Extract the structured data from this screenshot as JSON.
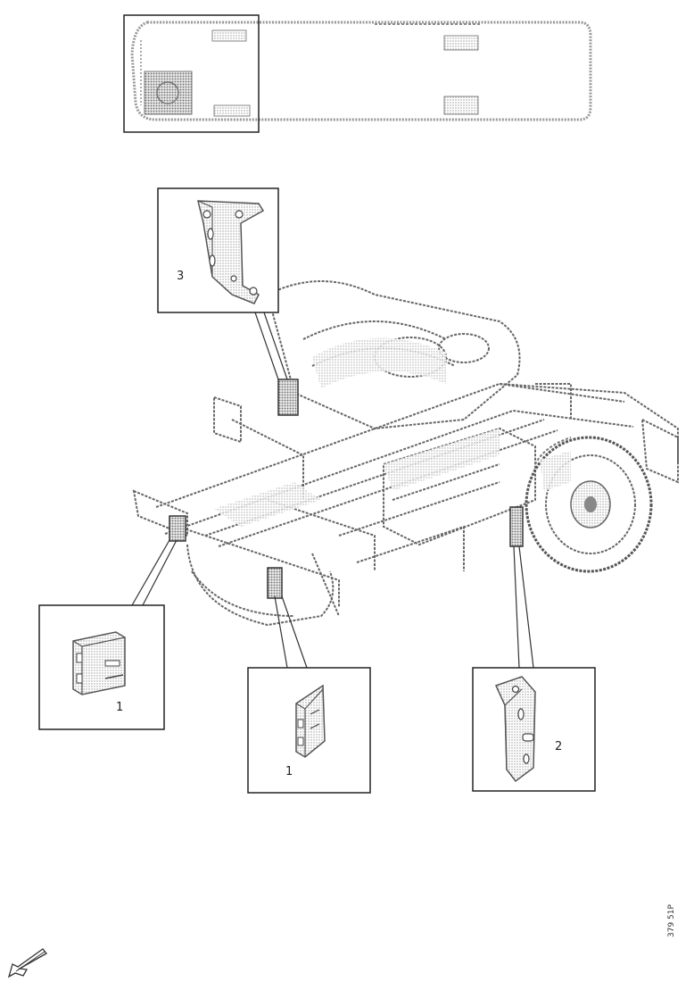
{
  "callouts": {
    "detail_top": "3",
    "detail_left": "1",
    "detail_mid": "1",
    "detail_right": "2"
  },
  "document_id": "379 51P",
  "colors": {
    "line": "#555555",
    "hatch": "#8a8a8a",
    "box": "#222222"
  },
  "icons": {
    "orientation_arrow": "arrow-down-left-icon"
  }
}
